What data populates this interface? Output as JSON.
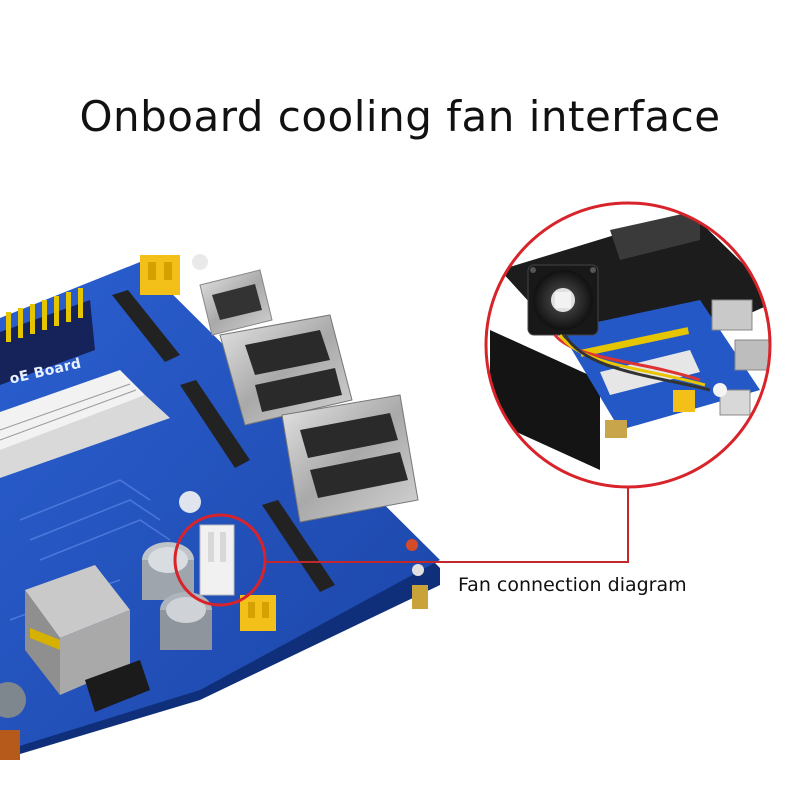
{
  "title": "Onboard cooling fan interface",
  "caption": "Fan connection diagram",
  "board_label": "oE Board",
  "colors": {
    "board": "#1f4fb8",
    "board_dark": "#163c93",
    "highlight_circle": "#d8232a",
    "leader_line": "#c0282c",
    "header_pins": "#e5c400",
    "metal": "#b8b8b8",
    "case_black": "#1a1a1a"
  },
  "icons": {
    "fan": "fan-icon",
    "highlight": "red-circle-highlight"
  }
}
